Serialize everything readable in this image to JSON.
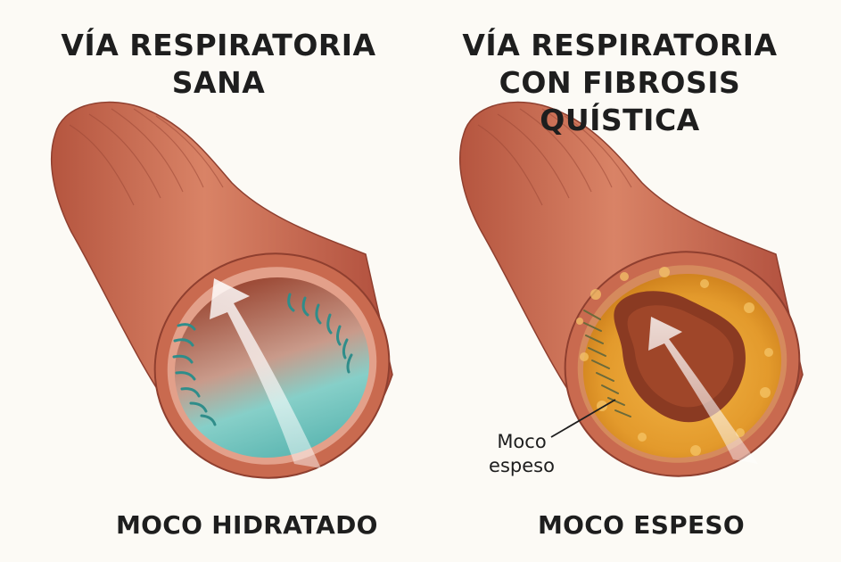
{
  "panels": {
    "left": {
      "title_line1": "VÍA RESPIRATORIA",
      "title_line2": "SANA",
      "caption": "MOCO HIDRATADO"
    },
    "right": {
      "title_line1": "VÍA RESPIRATORIA",
      "title_line2": "CON FIBROSIS QUÍSTICA",
      "caption": "MOCO ESPESO",
      "callout_line1": "Moco",
      "callout_line2": "espeso"
    }
  },
  "colors": {
    "tube_outer": "#c9694f",
    "tube_dark": "#a8493a",
    "healthy_mucus": "#7cc9c4",
    "cilia": "#2f8d8a",
    "thick_mucus": "#e39a2c",
    "background": "#fcfaf5"
  }
}
